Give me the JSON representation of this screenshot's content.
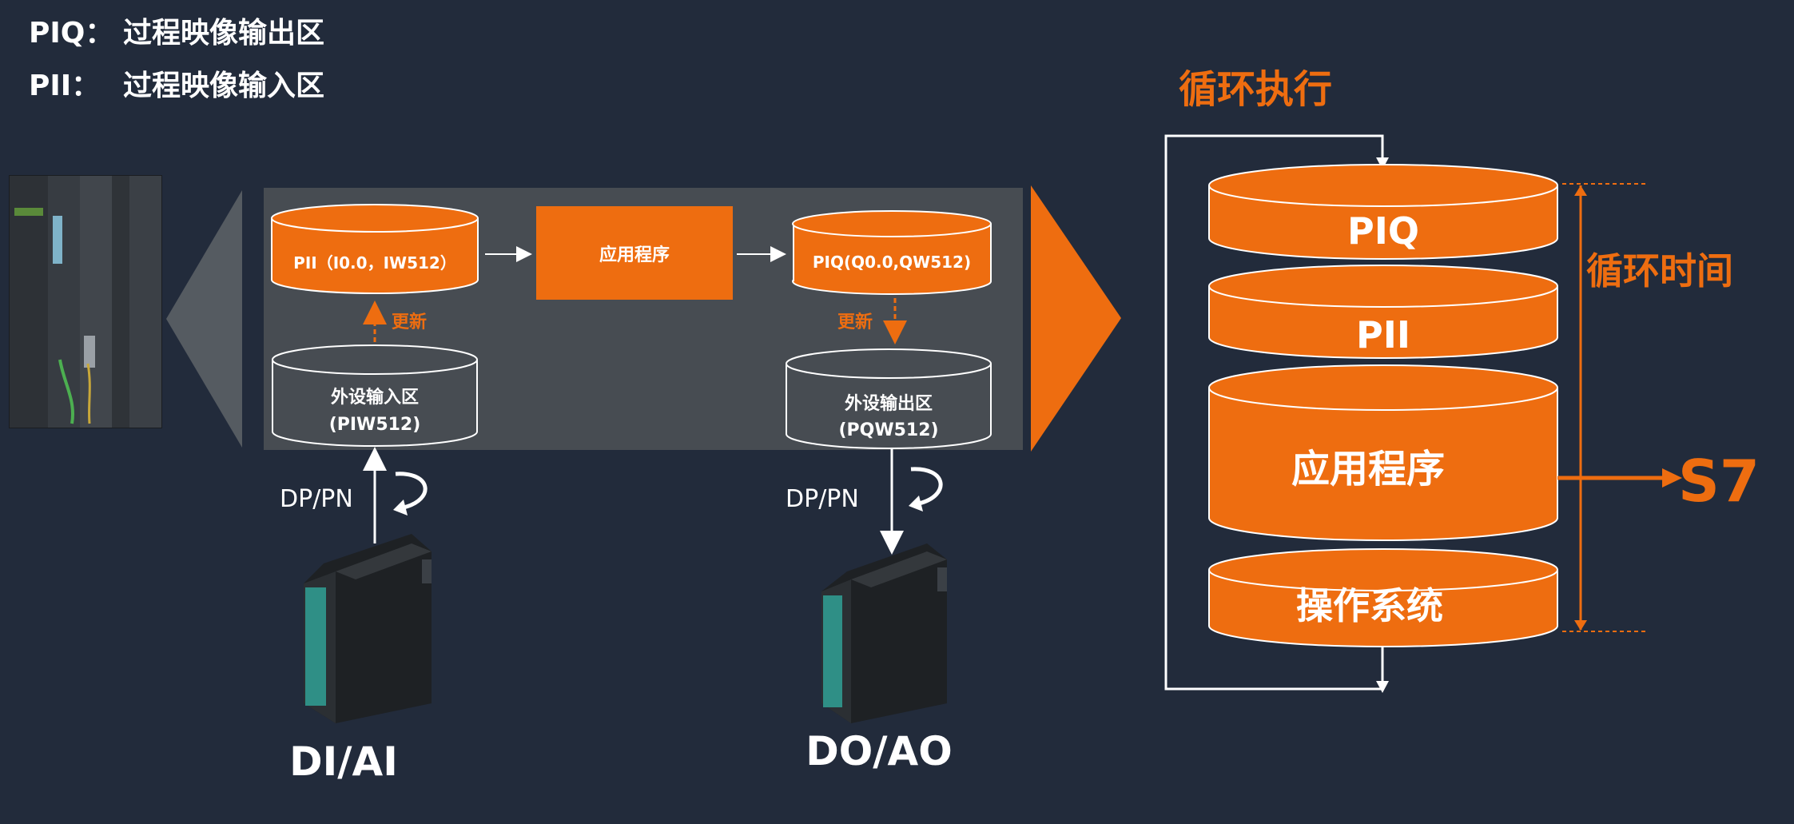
{
  "legend": [
    {
      "abbr": "PIQ：",
      "desc": "过程映像输出区"
    },
    {
      "abbr": "PII：",
      "desc": "过程映像输入区"
    }
  ],
  "memory_panel": {
    "pii_label": "PII（I0.0，IW512）",
    "app_program": "应用程序",
    "piq_label": "PIQ(Q0.0,QW512)",
    "update_left": "更新",
    "update_right": "更新",
    "periph_input": {
      "line1": "外设输入区",
      "line2": "(PIW512)"
    },
    "periph_output": {
      "line1": "外设输出区",
      "line2": "(PQW512)"
    }
  },
  "bus": {
    "left": "DP/PN",
    "right": "DP/PN"
  },
  "modules": {
    "input": "DI/AI",
    "output": "DO/AO"
  },
  "cycle": {
    "title": "循环执行",
    "time_label": "循环时间",
    "layers": [
      "PIQ",
      "PII",
      "应用程序",
      "操作系统"
    ],
    "target": "S7"
  },
  "colors": {
    "background": "#222b3b",
    "accent": "#ee6d10",
    "panel": "#474c52",
    "text": "#ffffff"
  }
}
